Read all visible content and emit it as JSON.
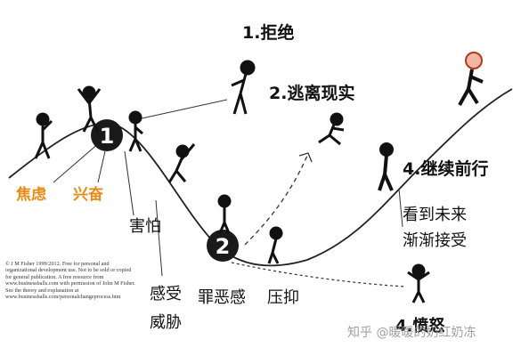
{
  "stages": [
    {
      "label": "1.拒绝"
    },
    {
      "label": "2.逃离现实"
    },
    {
      "label": "4.继续前行"
    },
    {
      "label": "4.愤怒"
    }
  ],
  "markers": {
    "one": "1",
    "two": "2"
  },
  "emotions": {
    "anxiety": "焦虑",
    "excitement": "兴奋",
    "fear": "害怕",
    "threat_line1": "感受",
    "threat_line2": "威胁",
    "guilt": "罪恶感",
    "depression": "压抑",
    "future_line1": "看到未来",
    "future_line2": "渐渐接受"
  },
  "copyright_text": "© J M Fisher 1999/2012. Free for personal and organizational development use. Not to be sold or copied for general publication. A free resource from www.businessballs.com with permission of John M Fisher. See the theory and explanation at www.businessballs.com/personalchangeprocess.htm",
  "watermark": "知乎 @暖暖的奶红奶冻",
  "colors": {
    "accent": "#e98a14",
    "ink": "#111111",
    "marker": "#1a1a1a"
  }
}
